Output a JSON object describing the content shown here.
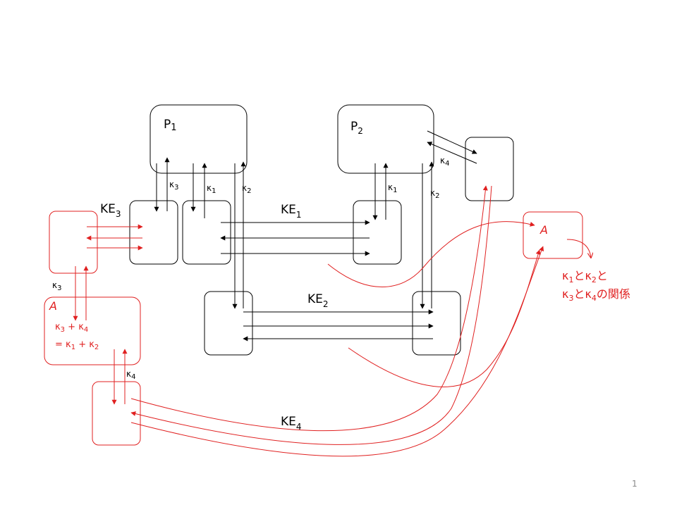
{
  "slide": {
    "page_number": "1"
  },
  "nodes": {
    "p1": {
      "base": "P",
      "sub": "1"
    },
    "p2": {
      "base": "P",
      "sub": "2"
    }
  },
  "labels": {
    "ke1": {
      "base": "KE",
      "sub": "1"
    },
    "ke2": {
      "base": "KE",
      "sub": "2"
    },
    "ke3": {
      "base": "KE",
      "sub": "3"
    },
    "ke4": {
      "base": "KE",
      "sub": "4"
    },
    "k3_p1": {
      "base": "κ",
      "sub": "3"
    },
    "k1_p1": {
      "base": "κ",
      "sub": "1"
    },
    "k2_p1": {
      "base": "κ",
      "sub": "2"
    },
    "k1_p2": {
      "base": "κ",
      "sub": "1"
    },
    "k2_p2": {
      "base": "κ",
      "sub": "2"
    },
    "k4_top": {
      "base": "κ",
      "sub": "4"
    },
    "k3_left": {
      "base": "κ",
      "sub": "3"
    },
    "k4_left": {
      "base": "κ",
      "sub": "4"
    }
  },
  "annotation_left": {
    "title": "A",
    "line1": {
      "a": "κ",
      "a_sub": "3",
      "op": " + ",
      "b": "κ",
      "b_sub": "4"
    },
    "line2": {
      "eq": "= ",
      "a": "κ",
      "a_sub": "1",
      "op": " + ",
      "b": "κ",
      "b_sub": "2"
    }
  },
  "annotation_right": {
    "title": "A",
    "line1": {
      "a": "κ",
      "a_sub": "1",
      "mid": "と",
      "b": "κ",
      "b_sub": "2",
      "end": "と"
    },
    "line2": {
      "a": "κ",
      "a_sub": "3",
      "mid": "と",
      "b": "κ",
      "b_sub": "4",
      "end": "の関係"
    }
  }
}
